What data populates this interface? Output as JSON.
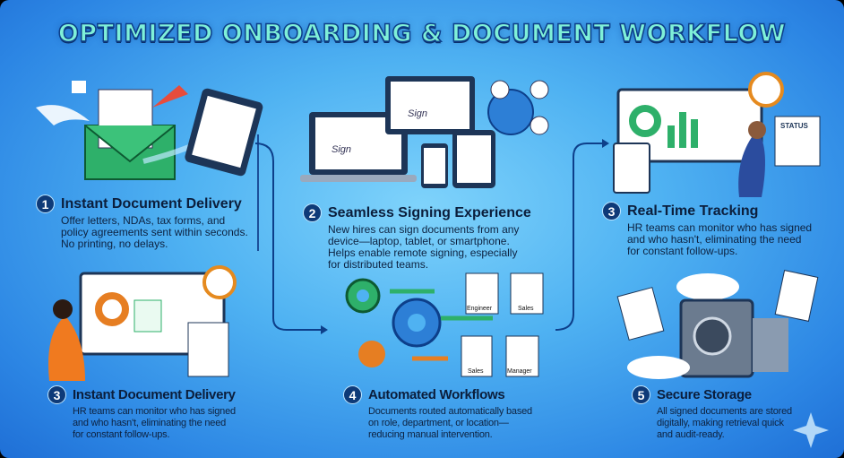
{
  "title": "OPTIMIZED ONBOARDING & DOCUMENT WORKFLOW",
  "sections": [
    {
      "number": "1",
      "heading": "Instant Document Delivery",
      "description": [
        "Offer letters, NDAs, tax forms, and",
        "policy agreements sent within seconds.",
        "No printing, no delays."
      ]
    },
    {
      "number": "2",
      "heading": "Seamless Signing Experience",
      "description": [
        "New hires can sign documents from any",
        "device—laptop, tablet, or smartphone.",
        "Helps enable remote signing, especially",
        "for distributed teams."
      ]
    },
    {
      "number": "3",
      "heading": "Real-Time Tracking",
      "description": [
        "HR teams can monitor who has signed",
        "and who hasn't, eliminating the need",
        "for constant follow-ups."
      ]
    },
    {
      "number": "3",
      "heading": "Instant Document Delivery",
      "description": [
        "HR teams can  monitor who has signed",
        "and who hasn't, eliminating the need",
        "for constant follow-ups."
      ]
    },
    {
      "number": "4",
      "heading": "Automated Workflows",
      "description": [
        "Documents routed automatically based",
        "on role, department, or location—",
        "reducing manual intervention."
      ]
    },
    {
      "number": "5",
      "heading": "Secure Storage",
      "description": [
        "All signed documents are stored",
        "digitally, making retrieval quick",
        "and audit-ready."
      ]
    }
  ],
  "illustration_labels": {
    "status": "STATUS",
    "engineer": "Engineer",
    "sales1": "Sales",
    "sales2": "Sales",
    "manager": "Manager",
    "sign1": "Sign",
    "sign2": "Sign"
  },
  "colors": {
    "badge": "#0e3a78",
    "title": "#7ff0d8",
    "background": "#4fb2f2"
  }
}
